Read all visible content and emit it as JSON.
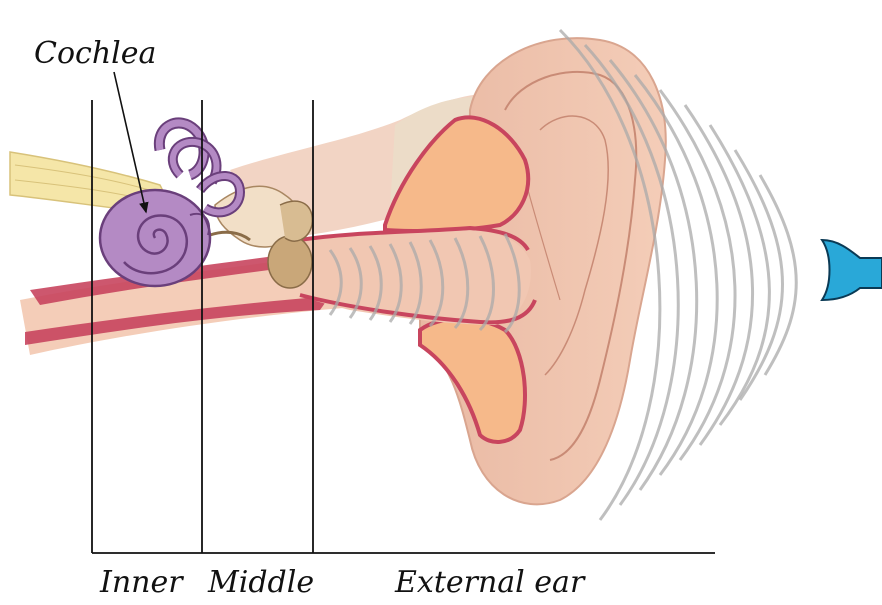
{
  "labels": {
    "cochlea": "Cochlea",
    "inner": "Inner",
    "middle": "Middle",
    "external": "External ear"
  },
  "colors": {
    "skin": "#f1c7b2",
    "skin_shadow": "#d9a58f",
    "canal_wall": "#c8455e",
    "cartilage": "#f6b98a",
    "cochlea_purple": "#b48ac4",
    "cochlea_outline": "#6a3f7b",
    "nerve_yellow": "#f5e6a8",
    "ossicle_tan": "#c9a779",
    "sound_waves": "#a9a9a9",
    "speaker_blue": "#29a8d8"
  },
  "icons": {
    "sound_source": "speaker-icon"
  }
}
